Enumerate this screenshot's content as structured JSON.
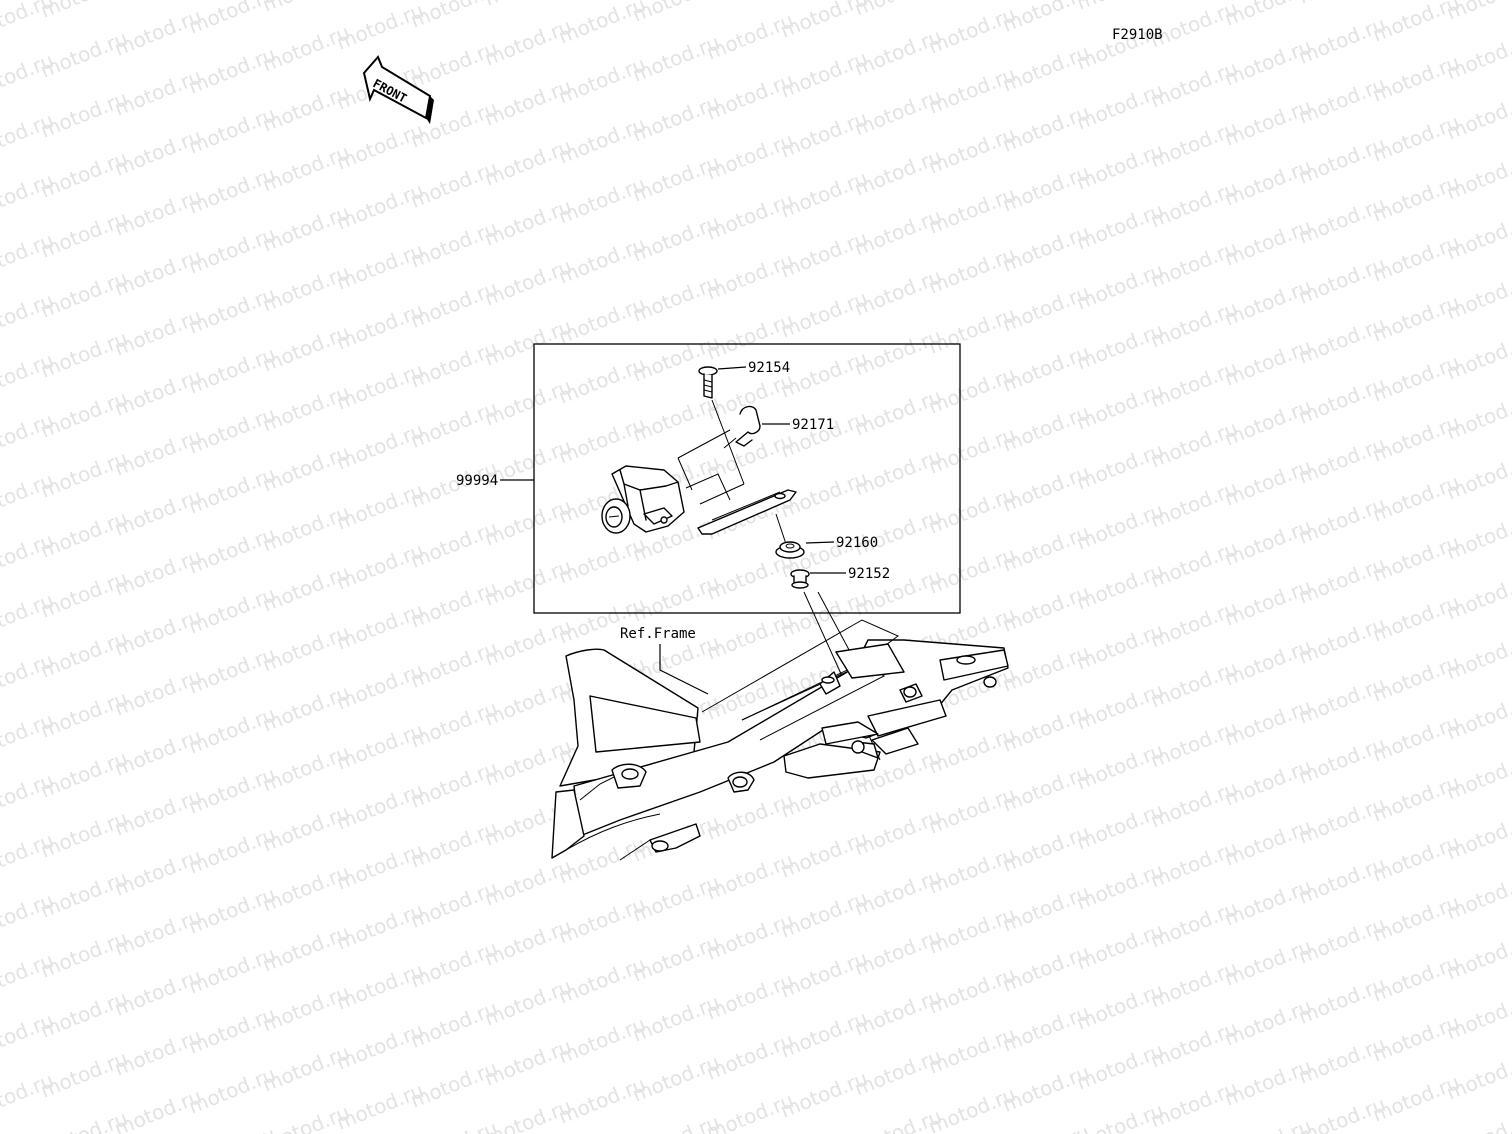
{
  "figure_code": "F2910B",
  "front_label": "FRONT",
  "watermark_text": "motod.ru",
  "callouts": {
    "p92154": "92154",
    "p92171": "92171",
    "p99994": "99994",
    "p92160": "92160",
    "p92152": "92152",
    "ref_frame": "Ref.Frame"
  }
}
